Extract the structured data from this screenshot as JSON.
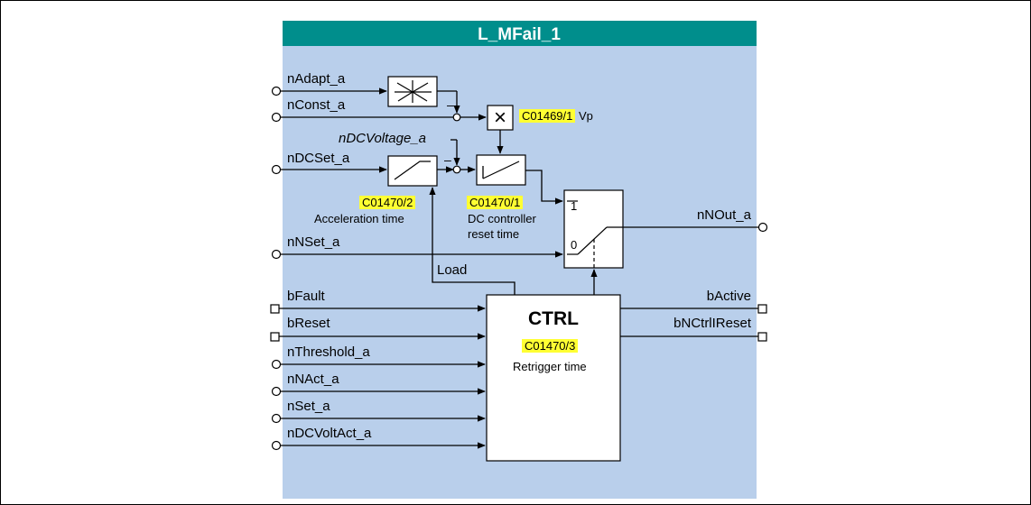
{
  "block": {
    "title": "L_MFail_1",
    "colors": {
      "header": "#008e8c",
      "body": "#b9cfeb",
      "highlight": "#ffff33"
    }
  },
  "inputs": {
    "nAdapt_a": "nAdapt_a",
    "nConst_a": "nConst_a",
    "nDCVoltage_a": "nDCVoltage_a",
    "nDCSet_a": "nDCSet_a",
    "nNSet_a": "nNSet_a",
    "bFault": "bFault",
    "bReset": "bReset",
    "nThreshold_a": "nThreshold_a",
    "nNAct_a": "nNAct_a",
    "nSet_a": "nSet_a",
    "nDCVoltAct_a": "nDCVoltAct_a"
  },
  "outputs": {
    "nNOut_a": "nNOut_a",
    "bActive": "bActive",
    "bNCtrlIReset": "bNCtrlIReset"
  },
  "params": {
    "vp_code": "C01469/1",
    "vp_label": "Vp",
    "accel_code": "C01470/2",
    "accel_label": "Acceleration time",
    "dc_code": "C01470/1",
    "dc_label_1": "DC controller",
    "dc_label_2": "reset time",
    "retrigger_code": "C01470/3",
    "retrigger_label": "Retrigger time"
  },
  "blocks": {
    "ctrl_title": "CTRL",
    "load_label": "Load",
    "multiply_symbol": "×",
    "switch_1": "1",
    "switch_0": "0",
    "minus_1": "–",
    "minus_2": "–"
  }
}
